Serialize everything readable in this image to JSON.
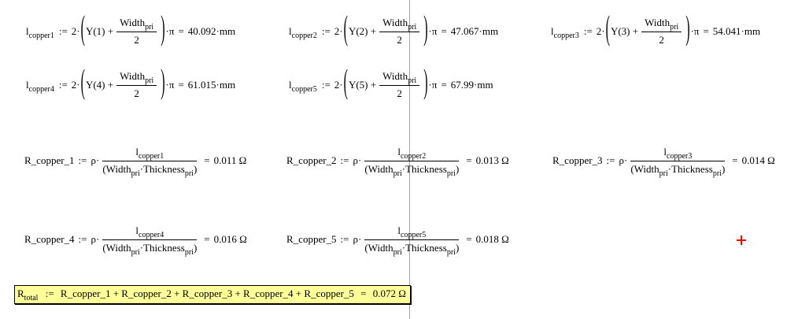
{
  "worksheet": {
    "background_color": "#ffffff",
    "pagebreak_color": "#a6a6a6",
    "cursor_color": "#ff0000",
    "highlight_fill": "#ffff99",
    "highlight_border": "#000000"
  },
  "l_formulas": [
    {
      "var": "l",
      "sub": "copper1",
      "assign": ":=",
      "coeff": "2·",
      "open": "(",
      "arg": "Y(1) +",
      "num": "Width",
      "num_sub": "pri",
      "den": "2",
      "close": ")",
      "mul_pi": "·π",
      "equals": "=",
      "result": "40.092·mm"
    },
    {
      "var": "l",
      "sub": "copper2",
      "assign": ":=",
      "coeff": "2·",
      "open": "(",
      "arg": "Y(2) +",
      "num": "Width",
      "num_sub": "pri",
      "den": "2",
      "close": ")",
      "mul_pi": "·π",
      "equals": "=",
      "result": "47.067·mm"
    },
    {
      "var": "l",
      "sub": "copper3",
      "assign": ":=",
      "coeff": "2·",
      "open": "(",
      "arg": "Y(3) +",
      "num": "Width",
      "num_sub": "pri",
      "den": "2",
      "close": ")",
      "mul_pi": "·π",
      "equals": "=",
      "result": "54.041·mm"
    },
    {
      "var": "l",
      "sub": "copper4",
      "assign": ":=",
      "coeff": "2·",
      "open": "(",
      "arg": "Y(4) +",
      "num": "Width",
      "num_sub": "pri",
      "den": "2",
      "close": ")",
      "mul_pi": "·π",
      "equals": "=",
      "result": "61.015·mm"
    },
    {
      "var": "l",
      "sub": "copper5",
      "assign": ":=",
      "coeff": "2·",
      "open": "(",
      "arg": "Y(5) +",
      "num": "Width",
      "num_sub": "pri",
      "den": "2",
      "close": ")",
      "mul_pi": "·π",
      "equals": "=",
      "result": "67.99·mm"
    }
  ],
  "r_formulas": [
    {
      "name": "R_copper_1",
      "assign": ":=",
      "rho": "ρ·",
      "num": "l",
      "num_sub": "copper1",
      "den_open": "(",
      "den1": "Width",
      "den1_sub": "pri",
      "dot": "·",
      "den2": "Thickness",
      "den2_sub": "pri",
      "den_close": ")",
      "equals": "=",
      "result": "0.011 Ω"
    },
    {
      "name": "R_copper_2",
      "assign": ":=",
      "rho": "ρ·",
      "num": "l",
      "num_sub": "copper2",
      "den_open": "(",
      "den1": "Width",
      "den1_sub": "pri",
      "dot": "·",
      "den2": "Thickness",
      "den2_sub": "pri",
      "den_close": ")",
      "equals": "=",
      "result": "0.013 Ω"
    },
    {
      "name": "R_copper_3",
      "assign": ":=",
      "rho": "ρ·",
      "num": "l",
      "num_sub": "copper3",
      "den_open": "(",
      "den1": "Width",
      "den1_sub": "pri",
      "dot": "·",
      "den2": "Thickness",
      "den2_sub": "pri",
      "den_close": ")",
      "equals": "=",
      "result": "0.014 Ω"
    },
    {
      "name": "R_copper_4",
      "assign": ":=",
      "rho": "ρ·",
      "num": "l",
      "num_sub": "copper4",
      "den_open": "(",
      "den1": "Width",
      "den1_sub": "pri",
      "dot": "·",
      "den2": "Thickness",
      "den2_sub": "pri",
      "den_close": ")",
      "equals": "=",
      "result": "0.016 Ω"
    },
    {
      "name": "R_copper_5",
      "assign": ":=",
      "rho": "ρ·",
      "num": "l",
      "num_sub": "copper5",
      "den_open": "(",
      "den1": "Width",
      "den1_sub": "pri",
      "dot": "·",
      "den2": "Thickness",
      "den2_sub": "pri",
      "den_close": ")",
      "equals": "=",
      "result": "0.018 Ω"
    }
  ],
  "total": {
    "var": "R",
    "sub": "total",
    "assign": ":=",
    "expr": "R_copper_1 + R_copper_2 + R_copper_3 + R_copper_4 + R_copper_5",
    "equals": "=",
    "result": "0.072 Ω"
  }
}
